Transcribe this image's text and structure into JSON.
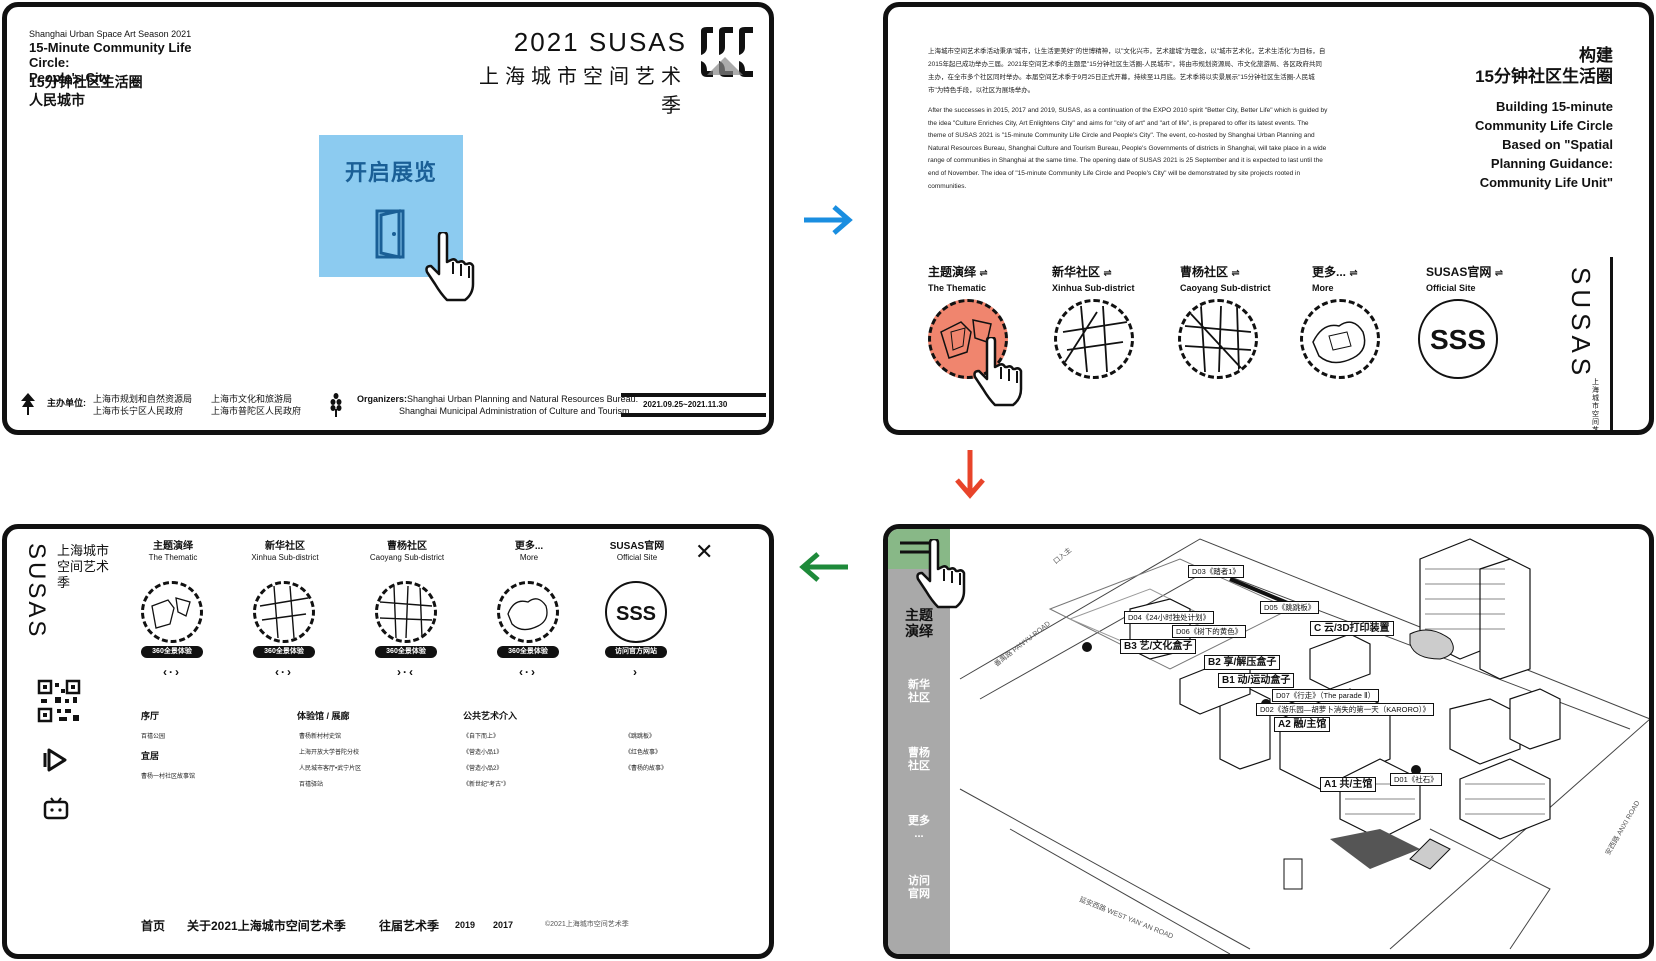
{
  "panel1": {
    "season_en": "Shanghai Urban Space  Art Season 2021",
    "title_en_1": "15-Minute  Community Life Circle:",
    "title_en_2": "People's City",
    "title_cn_1": "15分钟社区生活圈",
    "title_cn_2": "人民城市",
    "logo_year": "2021 SUSAS",
    "logo_cn": "上海城市空间艺术季",
    "start_label": "开启展览",
    "footer": {
      "host_label": "主办单位:",
      "host_1": "上海市规划和自然资源局",
      "host_2": "上海市长宁区人民政府",
      "host_3": "上海市文化和旅游局",
      "host_4": "上海市普陀区人民政府",
      "organizers_label": "Organizers:",
      "organizers_1": "Shanghai Urban Planning and Natural Resources Bureau.",
      "organizers_2": "Shanghai Municipal Administration of Culture and Tourism",
      "dates": "2021.09.25~2021.11.30"
    }
  },
  "panel2": {
    "body_cn": "上海城市空间艺术季活动秉承\"城市，让生活更美好\"的世博精神，以\"文化兴市，艺术建城\"为理念，以\"城市艺术化，艺术生活化\"为目标，自2015年起已成功举办三届。2021年空间艺术季的主题是\"15分钟社区生活圈-人民城市\"，将由市规划资源局、市文化旅游局、各区政府共同主办，在全市多个社区同时举办。本届空间艺术季于9月25日正式开幕，持续至11月底。艺术季将以实景展示\"15分钟社区生活圈-人民城市\"为特色手段，以社区为展场举办。",
    "body_en": "After the successes in 2015, 2017 and 2019, SUSAS, as a continuation of the EXPO 2010 spirit \"Better City, Better Life\" which is guided by the idea \"Culture Enriches City, Art Enlightens City\" and aims for \"city of art\" and \"art of life\", is prepared to offer its latest events. The theme of SUSAS 2021 is \"15-minute Community Life Circle and People's City\". The event, co-hosted by Shanghai Urban Planning and Natural Resources Bureau, Shanghai Culture and Tourism Bureau, People's Governments of districts in Shanghai, will take place in a wide range of communities in Shanghai at the same time. The opening date of SUSAS 2021 is 25 September and it is expected to last until the end of November. The idea of \"15-minute Community Life Circle and People's City\" will be demonstrated by site projects rooted in communities.",
    "heading_cn_1": "构建",
    "heading_cn_2": "15分钟社区生活圈",
    "heading_en": [
      "Building 15-minute",
      "Community Life Circle",
      "Based on \"Spatial",
      "Planning Guidance:",
      "Community Life Unit\""
    ],
    "vertical_cn": "上海城市空间艺术季",
    "menu": [
      {
        "cn": "主题演绎",
        "en": "The Thematic"
      },
      {
        "cn": "新华社区",
        "en": "Xinhua Sub-district"
      },
      {
        "cn": "曹杨社区",
        "en": "Caoyang Sub-district"
      },
      {
        "cn": "更多...",
        "en": "More"
      },
      {
        "cn": "SUSAS官网",
        "en": "Official Site"
      }
    ]
  },
  "panel3": {
    "logo_cn": "上海城市空间艺术季",
    "menu": [
      {
        "cn": "主题演绎",
        "en": "The Thematic",
        "pill": "360全景体验",
        "nav": "‹·›"
      },
      {
        "cn": "新华社区",
        "en": "Xinhua Sub-district",
        "pill": "360全景体验",
        "nav": "‹·›"
      },
      {
        "cn": "曹杨社区",
        "en": "Caoyang Sub-district",
        "pill": "360全景体验",
        "nav": "›·‹"
      },
      {
        "cn": "更多...",
        "en": "More",
        "pill": "360全景体验",
        "nav": "‹·›"
      },
      {
        "cn": "SUSAS官网",
        "en": "Official Site",
        "pill": "访问官方网站",
        "nav": "›"
      }
    ],
    "sections": {
      "s1_title": "序厅",
      "s1_items": [
        "百禧公园"
      ],
      "s2_title": "宜居",
      "s2_items": [
        "曹杨一村社区故事馆"
      ],
      "s3_title": "体验馆 / 展廊",
      "s3_items": [
        "曹杨新村村史馆",
        "上海开放大学普陀分校",
        "人民城市客厅•武宁片区",
        "百禧驿站"
      ],
      "s4_title": "公共艺术介入",
      "s4_items": [
        "《自下而上》",
        "《营造小品1》",
        "《营造小品2》",
        "《新世纪\"考古\"》"
      ],
      "s5_items": [
        "《跳跳板》",
        "《红色故事》",
        "《曹杨的故事》"
      ]
    },
    "footer": {
      "home": "首页",
      "about": "关于2021上海城市空间艺术季",
      "past": "往届艺术季",
      "y2019": "2019",
      "y2017": "2017",
      "copyright": "©2021上海城市空间艺术季"
    }
  },
  "panel4": {
    "nav": [
      {
        "label_1": "主题",
        "label_2": "演绎"
      },
      {
        "label_1": "新华",
        "label_2": "社区"
      },
      {
        "label_1": "曹杨",
        "label_2": "社区"
      },
      {
        "label_1": "更多",
        "label_2": "..."
      },
      {
        "label_1": "访问",
        "label_2": "官网"
      }
    ],
    "tags": {
      "d03": "D03《踏者1》",
      "d05": "D05《跳跳板》",
      "d04": "D04《24小时独处计划》",
      "d06": "D06《树下的黄色》",
      "b3": "B3 艺/文化盒子",
      "c": "C 云/3D打印装置",
      "b2": "B2 享/解压盒子",
      "b1": "B1 动/运动盒子",
      "d07": "D07《行走》（The parade Ⅱ）",
      "d02": "D02《游乐园—胡萝卜消失的第一天（KARORO）》",
      "a2": "A2 融/主馆",
      "a1": "A1 共/主馆",
      "d01": "D01《社石》"
    },
    "roads": {
      "panyu": "番禺路 PANYU ROAD",
      "yanan": "延安西路 WEST YAN' AN ROAD",
      "anxi": "安西路 ANXI ROAD",
      "entrance": "口入主"
    }
  },
  "colors": {
    "start_box": "#8ccbf0",
    "start_text": "#1a5f96",
    "active_circle": "#f0856e",
    "sidebar": "#a9a9a9",
    "sidebar_active": "#88b887",
    "arrow_blue": "#1a8ee0",
    "arrow_red": "#e8442a",
    "arrow_green": "#1e8a3a"
  }
}
